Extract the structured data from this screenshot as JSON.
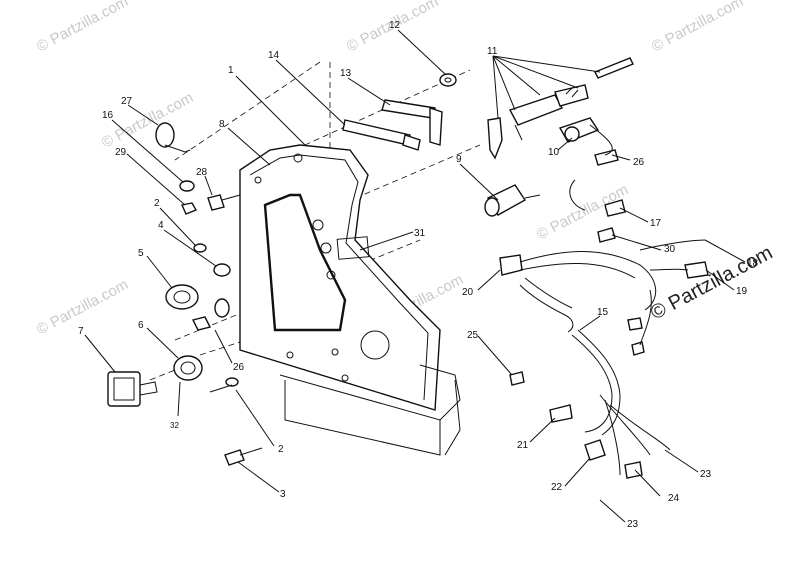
{
  "watermark": {
    "text": "© Partzilla.com",
    "main_text": "© Partzilla.com"
  },
  "callouts": [
    "1",
    "2",
    "2",
    "3",
    "4",
    "5",
    "6",
    "7",
    "8",
    "9",
    "10",
    "11",
    "12",
    "13",
    "14",
    "15",
    "16",
    "17",
    "18",
    "19",
    "20",
    "21",
    "22",
    "23",
    "23",
    "24",
    "25",
    "26",
    "26",
    "27",
    "28",
    "29",
    "30",
    "31",
    "32"
  ]
}
